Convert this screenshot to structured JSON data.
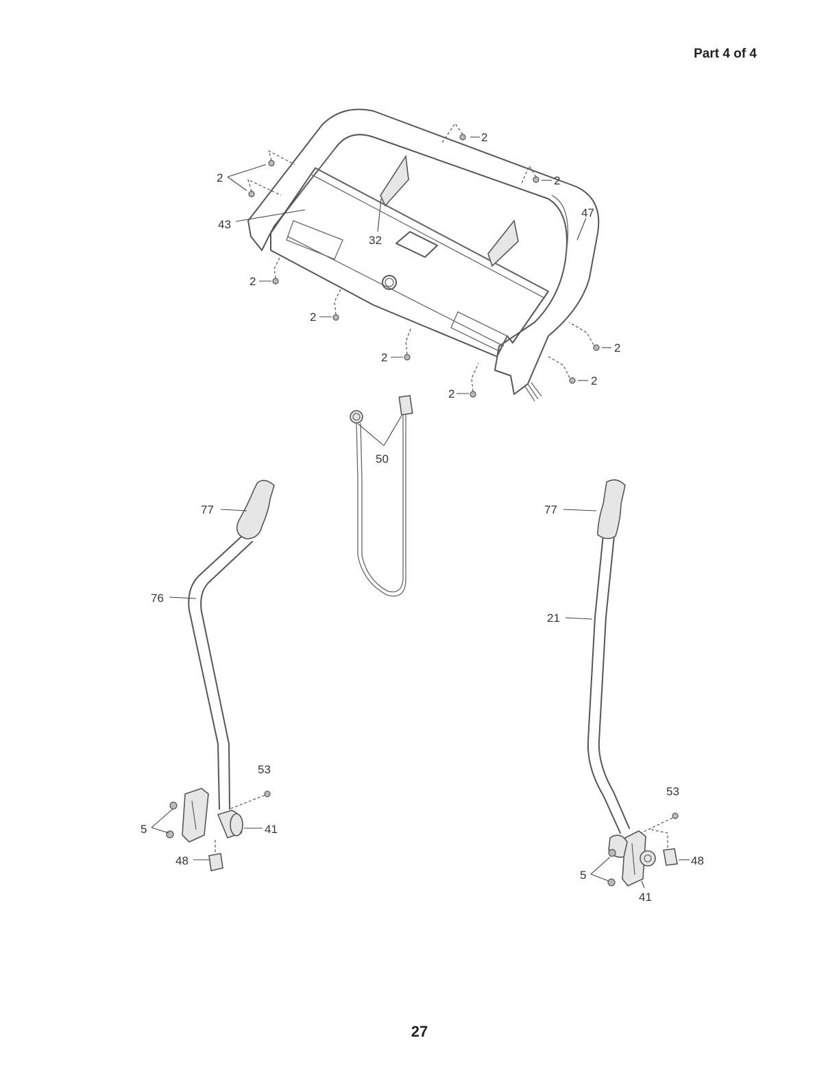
{
  "header": {
    "part_label": "Part 4 of 4"
  },
  "footer": {
    "page_number": "27"
  },
  "callouts": {
    "c2": "2",
    "c5": "5",
    "c21": "21",
    "c32": "32",
    "c41": "41",
    "c43": "43",
    "c47": "47",
    "c48": "48",
    "c50": "50",
    "c53": "53",
    "c76": "76",
    "c77": "77"
  }
}
